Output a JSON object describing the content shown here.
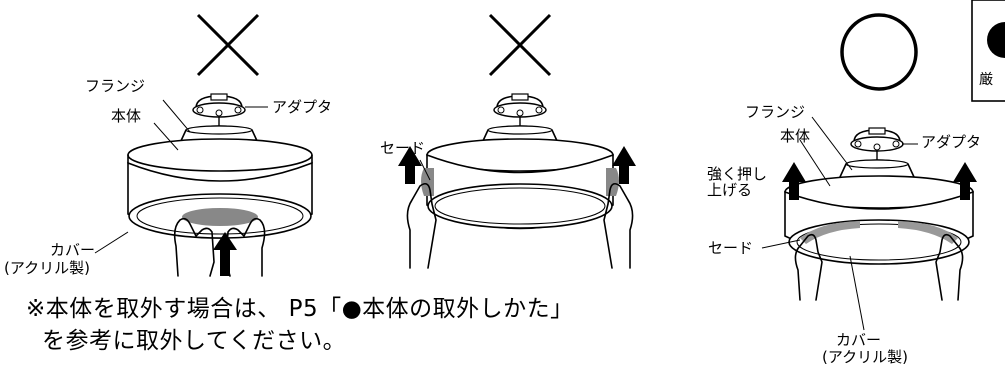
{
  "diagram": {
    "left": {
      "mark": "×",
      "labels": {
        "flange": "フランジ",
        "body": "本体",
        "adapter": "アダプタ",
        "cover": "カバー",
        "cover_material": "(アクリル製)"
      }
    },
    "middle": {
      "mark": "×",
      "labels": {
        "shade": "セード"
      }
    },
    "right": {
      "mark": "○",
      "labels": {
        "flange": "フランジ",
        "body": "本体",
        "adapter": "アダプタ",
        "push_line1": "強く押し",
        "push_line2": "上げる",
        "shade": "セード",
        "cover": "カバー",
        "cover_material": "(アクリル製)"
      }
    },
    "corner_box_text": "厳",
    "note_line1": "※本体を取外す場合は、 P5「●本体の取外しかた」",
    "note_line2": "を参考に取外してください。"
  }
}
